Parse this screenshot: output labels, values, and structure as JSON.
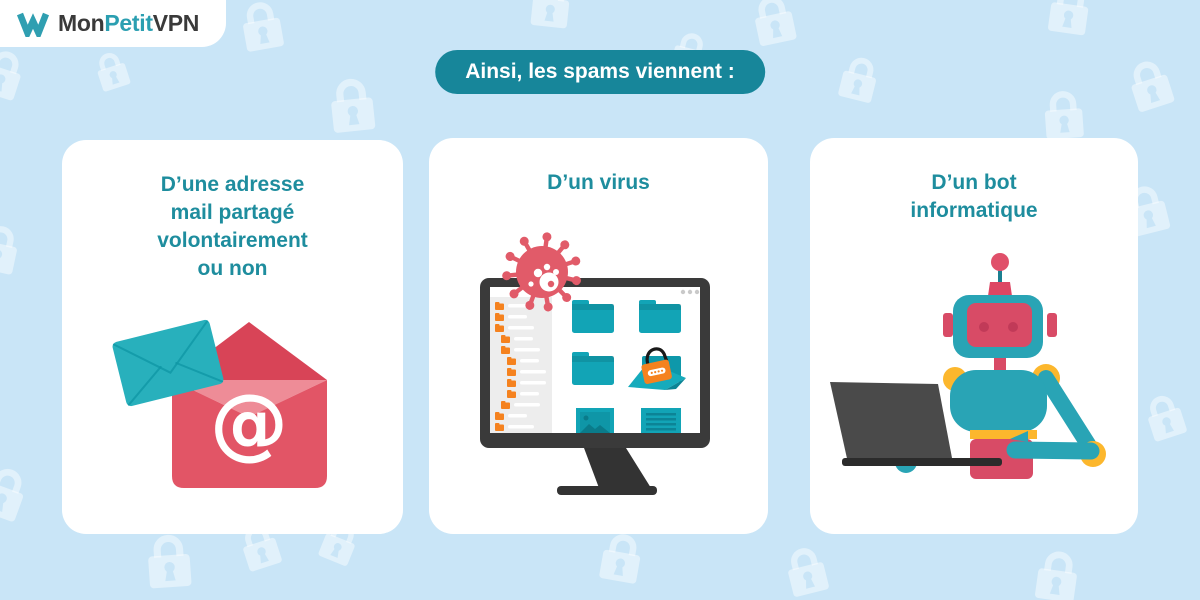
{
  "page": {
    "type": "infographic",
    "background_color": "#c9e5f7",
    "pattern_icon": "padlock-icon"
  },
  "logo": {
    "mon": "Mon",
    "petit": "Petit",
    "vpn": "VPN",
    "icon": "w-mark-icon"
  },
  "banner": {
    "text": "Ainsi, les spams viennent :"
  },
  "cards": [
    {
      "id": "shared-address",
      "title_lines": [
        "D’une adresse",
        "mail partagé",
        "volontairement",
        "ou non"
      ],
      "illustration": "open-envelope-with-at-symbol-and-closed-envelope"
    },
    {
      "id": "virus",
      "title_lines": [
        "D’un virus"
      ],
      "illustration": "desktop-monitor-with-virus-folders-and-padlock"
    },
    {
      "id": "bot",
      "title_lines": [
        "D’un bot",
        "informatique"
      ],
      "illustration": "robot-typing-on-laptop"
    }
  ],
  "colors": {
    "background": "#c9e5f7",
    "brand_teal": "#17869a",
    "title_teal": "#1e8d9e",
    "red": "#e25566",
    "virus_red": "#e15b69",
    "folder_teal": "#12a4b6",
    "orange": "#f5821f",
    "yellow": "#fcb72d",
    "robot_crimson": "#d84b66",
    "dark_gray": "#3a3a3a"
  }
}
